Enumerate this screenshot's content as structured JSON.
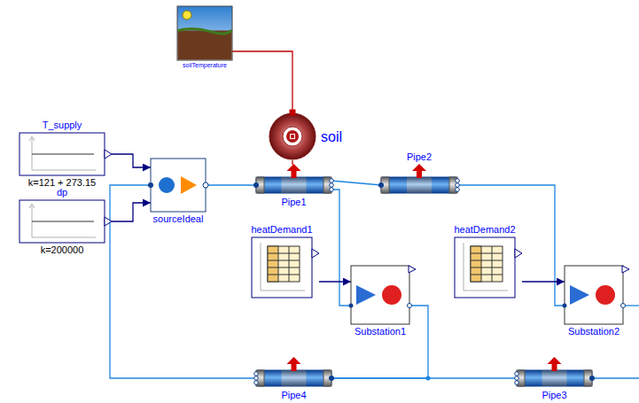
{
  "diagram": {
    "nodes": [
      {
        "text": [
          "soilTemperature"
        ]
      },
      {
        "text": [
          "soil"
        ]
      },
      {
        "text": [
          "T_supply",
          "k=121 + 273.15"
        ]
      },
      {
        "text": [
          "dp",
          "k=200000"
        ]
      },
      {
        "text": [
          "sourceIdeal"
        ]
      },
      {
        "text": [
          "Pipe1"
        ]
      },
      {
        "text": [
          "Pipe2"
        ]
      },
      {
        "text": [
          "heatDemand1"
        ]
      },
      {
        "text": [
          "Substation1"
        ]
      },
      {
        "text": [
          "heatDemand2"
        ]
      },
      {
        "text": [
          "Substation2"
        ]
      },
      {
        "text": [
          "Pipe4"
        ]
      },
      {
        "text": [
          "Pipe3"
        ]
      }
    ],
    "edges": [
      {
        "from": 0,
        "to": 1,
        "arrow": "none"
      },
      {
        "from": 1,
        "to": 5,
        "arrow": "none"
      },
      {
        "from": 2,
        "to": 4,
        "arrow": "to"
      },
      {
        "from": 3,
        "to": 4,
        "arrow": "to"
      },
      {
        "from": 4,
        "to": 5,
        "arrow": "none"
      },
      {
        "from": 5,
        "to": 6,
        "arrow": "none"
      },
      {
        "from": 5,
        "to": 8,
        "arrow": "none"
      },
      {
        "from": 7,
        "to": 8,
        "arrow": "to"
      },
      {
        "from": 6,
        "to": 10,
        "arrow": "none"
      },
      {
        "from": 9,
        "to": 10,
        "arrow": "to"
      },
      {
        "from": 8,
        "to": 11,
        "arrow": "none"
      },
      {
        "from": 12,
        "to": 11,
        "arrow": "none"
      },
      {
        "from": 11,
        "to": 4,
        "arrow": "none"
      }
    ]
  }
}
